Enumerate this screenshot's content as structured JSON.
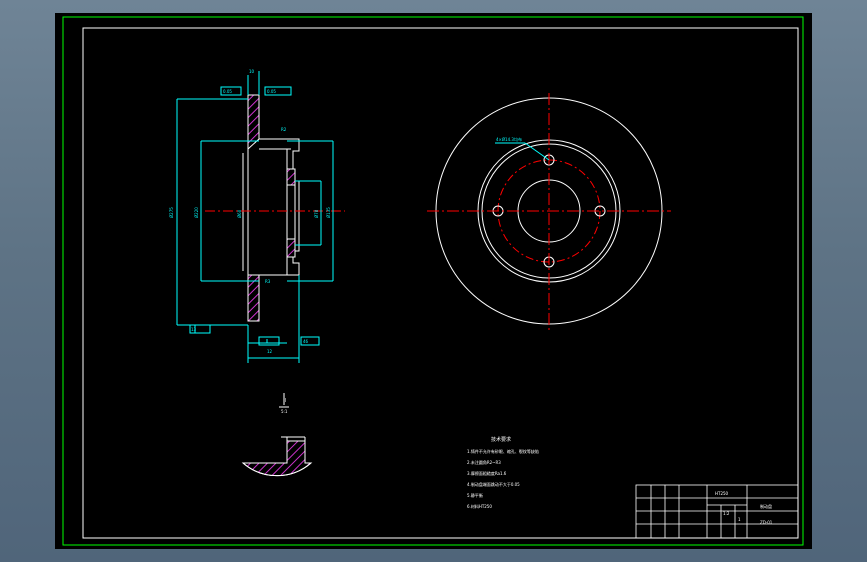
{
  "colors": {
    "background": "#000000",
    "outer_frame": "#00ff00",
    "frame": "#ffffff",
    "dimension": "#00ffff",
    "part_outline": "#ffffff",
    "center_line": "#ff0000",
    "hatch": "#cc33cc",
    "text": "#ffffff"
  },
  "section_view": {
    "dim_labels": [
      "Ø275",
      "Ø220",
      "Ø135",
      "Ø78",
      "Ø60",
      "10",
      "12",
      "0.05",
      "0.05",
      "R2",
      "R3",
      "13",
      "46"
    ]
  },
  "front_view": {
    "leader_label": "4×Ø14.3均布"
  },
  "detail_view": {
    "label": "I",
    "scale": "5:1"
  },
  "technical_notes": {
    "title": "技术要求",
    "lines": [
      "1.铸件不允许有砂眼、缩孔、裂纹等缺陷",
      "2.未注圆角R2~R3",
      "3.摩擦面粗糙度Ra1.6",
      "4.制动盘端面跳动不大于0.05",
      "5.静平衡",
      "6.材料HT250"
    ]
  },
  "title_block": {
    "part_name": "制动盘",
    "material": "HT250",
    "scale": "1:2",
    "sheet": "1",
    "drawing_no": "ZD-01"
  }
}
